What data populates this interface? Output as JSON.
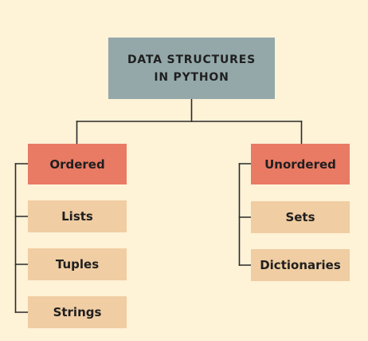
{
  "root": {
    "label": "DATA STRUCTURES IN PYTHON"
  },
  "branches": {
    "ordered": {
      "label": "Ordered",
      "items": [
        "Lists",
        "Tuples",
        "Strings"
      ]
    },
    "unordered": {
      "label": "Unordered",
      "items": [
        "Sets",
        "Dictionaries"
      ]
    }
  },
  "colors": {
    "background": "#fef2d7",
    "root": "#94a8a9",
    "category": "#e97a63",
    "item": "#f0cda2",
    "text": "#1f1f1f",
    "line": "#2a2a2a"
  }
}
